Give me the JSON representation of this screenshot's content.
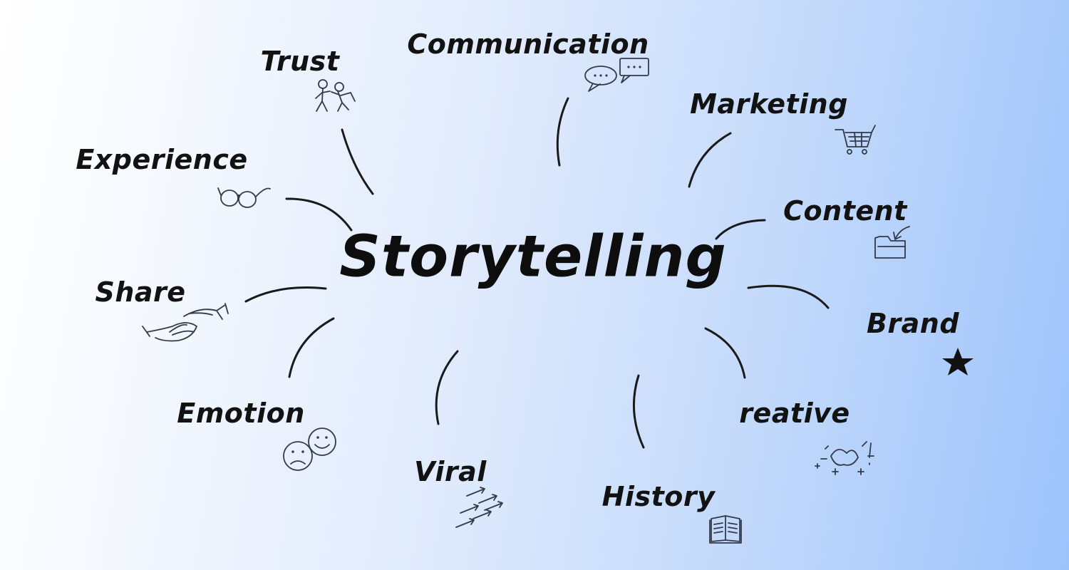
{
  "diagram": {
    "center": {
      "label": "Storytelling"
    },
    "nodes": [
      {
        "id": "communication",
        "label": "Communication",
        "icon": "speech-bubbles-icon"
      },
      {
        "id": "trust",
        "label": "Trust",
        "icon": "stick-figures-icon"
      },
      {
        "id": "marketing",
        "label": "Marketing",
        "icon": "shopping-cart-icon"
      },
      {
        "id": "experience",
        "label": "Experience",
        "icon": "glasses-icon"
      },
      {
        "id": "content",
        "label": "Content",
        "icon": "folder-icon"
      },
      {
        "id": "share",
        "label": "Share",
        "icon": "handshake-icon"
      },
      {
        "id": "brand",
        "label": "Brand",
        "icon": "star-icon"
      },
      {
        "id": "emotion",
        "label": "Emotion",
        "icon": "faces-icon"
      },
      {
        "id": "creative",
        "label": "reative",
        "icon": "sparkle-doodle-icon"
      },
      {
        "id": "viral",
        "label": "Viral",
        "icon": "arrows-icon"
      },
      {
        "id": "history",
        "label": "History",
        "icon": "open-book-icon"
      }
    ]
  },
  "colors": {
    "text": "#121212",
    "stroke": "#1a1a1a",
    "gradient_start": "#ffffff",
    "gradient_end": "#9cc3fb"
  }
}
